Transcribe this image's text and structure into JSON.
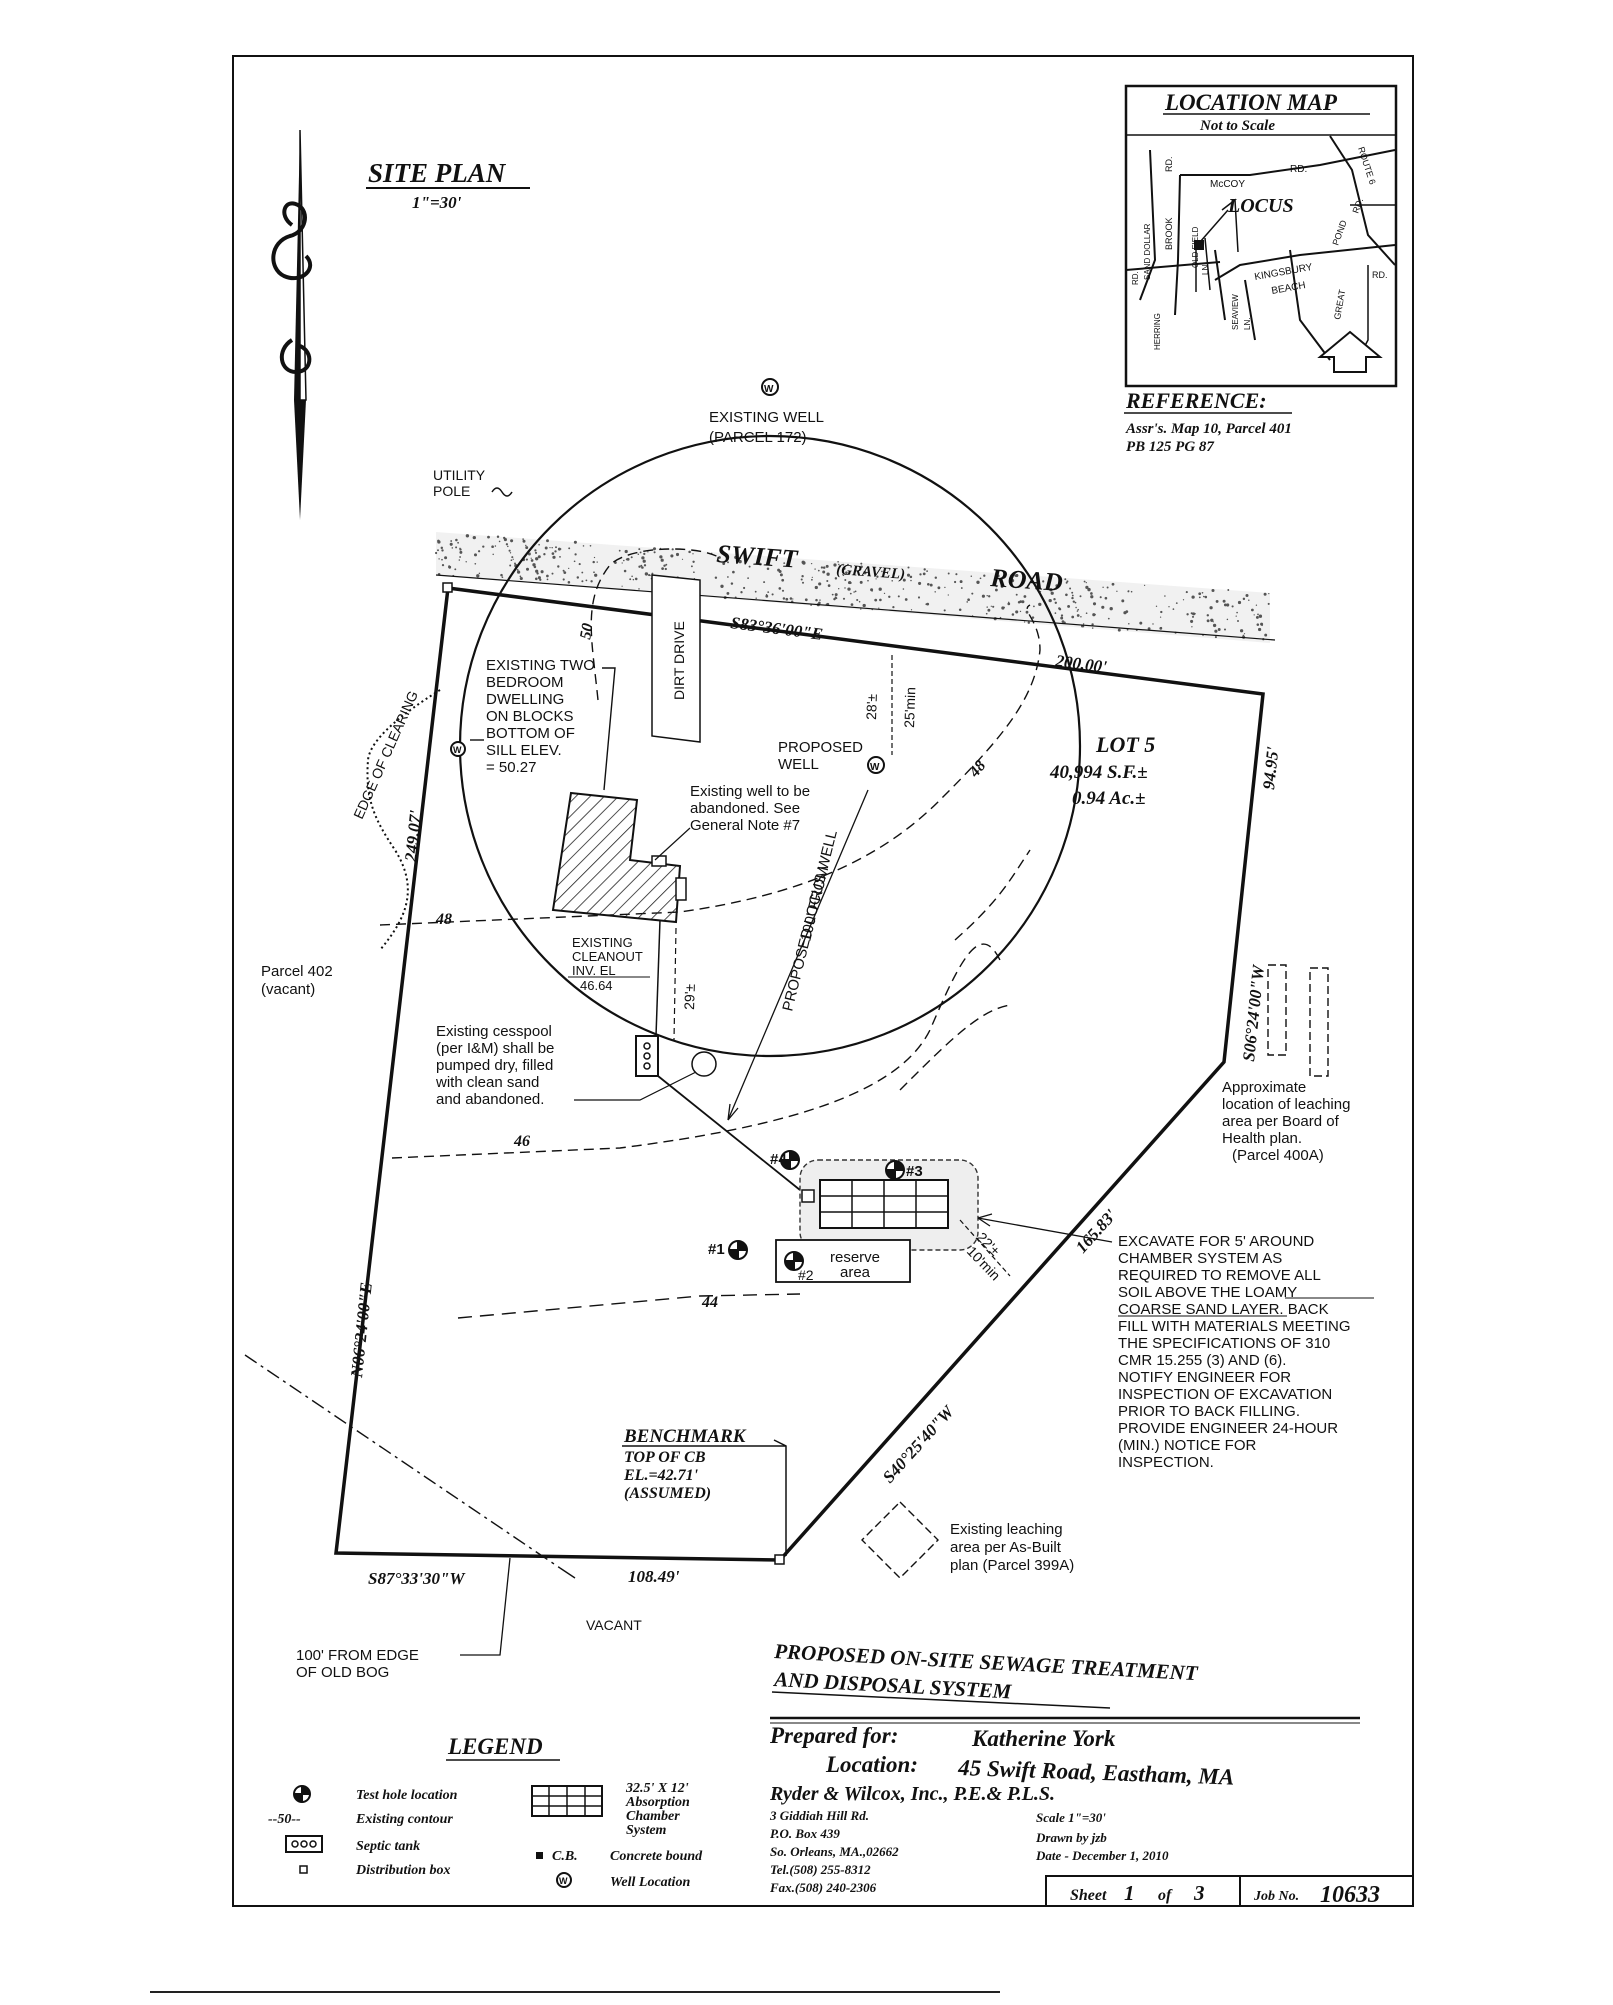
{
  "site_plan": {
    "title": "SITE PLAN",
    "scale": "1\"=30'"
  },
  "location_map": {
    "title": "LOCATION MAP",
    "subtitle": "Not to Scale",
    "locus": "LOCUS",
    "labels": {
      "mccoy": "McCOY",
      "rd1": "RD.",
      "rt6": "ROUTE 6",
      "kingsbury": "KINGSBURY",
      "beach": "BEACH",
      "pond": "POND",
      "rd2": "RD.",
      "rd3": "RD.",
      "great": "GREAT",
      "herring": "HERRING",
      "brook": "BROOK",
      "sand_dollar": "SAND DOLLAR",
      "old_field": "OLD FIELD",
      "ln": "LN.",
      "rd4": "RD.",
      "herring_rd": "RD.",
      "seaview": "SEAVIEW",
      "sc_ln": "LN."
    }
  },
  "reference": {
    "title": "REFERENCE:",
    "line1": "Assr's. Map 10, Parcel 401",
    "line2": "PB 125 PG 87"
  },
  "road": {
    "name": "SWIFT",
    "type": "(GRAVEL)",
    "suffix": "ROAD"
  },
  "existing_well": {
    "line1": "EXISTING WELL",
    "line2": "(PARCEL 172)"
  },
  "utility_pole": {
    "line1": "UTILITY",
    "line2": "POLE"
  },
  "bearings": {
    "north": "S83°36'00\"E",
    "north_dist": "200.00'",
    "east": "S06°24'00\"W",
    "east_dist": "94.95'",
    "southeast": "S40°25'40\"W",
    "southeast_dist": "165.83'",
    "south": "S87°33'30\"W",
    "south_dist": "108.49'",
    "west": "N06°24'00\"E",
    "west_dist": "249.07'"
  },
  "lot": {
    "name": "LOT 5",
    "area_sf": "40,994 S.F.±",
    "area_ac": "0.94 Ac.±"
  },
  "dirt_drive": "DIRT DRIVE",
  "dwelling": {
    "l1": "EXISTING TWO",
    "l2": "BEDROOM",
    "l3": "DWELLING",
    "l4": "ON BLOCKS",
    "l5": "BOTTOM OF",
    "l6": "SILL ELEV.",
    "l7": "= 50.27"
  },
  "proposed_well": {
    "l1": "PROPOSED",
    "l2": "WELL"
  },
  "well_offset": {
    "l1": "28'±",
    "l2": "25'min"
  },
  "existing_well_note": {
    "l1": "Existing well to be",
    "l2": "abandoned. See",
    "l3": "General Note #7"
  },
  "clearing": "EDGE OF CLEARING",
  "circle_note": {
    "l1": "100' FROM",
    "l2": "PROPOSED LOCUS WELL"
  },
  "contours": {
    "c50": "50",
    "c48a": "48",
    "c48b": "48",
    "c46": "46",
    "c44": "44"
  },
  "cleanout": {
    "l1": "EXISTING",
    "l2": "CLEANOUT",
    "l3": "INV. EL",
    "l4": "46.64"
  },
  "cleanout_dist": "29'±",
  "parcel402": {
    "l1": "Parcel 402",
    "l2": "(vacant)"
  },
  "cesspool": {
    "l1": "Existing cesspool",
    "l2": "(per I&M) shall be",
    "l3": "pumped dry, filled",
    "l4": "with clean sand",
    "l5": "and abandoned."
  },
  "approx_leach": {
    "l1": "Approximate",
    "l2": "location of leaching",
    "l3": "area per Board of",
    "l4": "Health plan.",
    "l5": "(Parcel 400A)"
  },
  "test_holes": {
    "t1": "#1",
    "t2": "#2",
    "t3": "#3",
    "t4": "#4"
  },
  "reserve": {
    "l1": "reserve",
    "l2": "area"
  },
  "system_dist": {
    "l1": "22'±",
    "l2": "10'min"
  },
  "excavate": {
    "l1": "EXCAVATE FOR 5' AROUND",
    "l2": "CHAMBER SYSTEM AS",
    "l3": "REQUIRED TO REMOVE ALL",
    "l4": "SOIL ABOVE THE LOAMY",
    "l5": "COARSE SAND LAYER. BACK",
    "l6": "FILL WITH MATERIALS MEETING",
    "l7": "THE SPECIFICATIONS OF 310",
    "l8": "CMR 15.255 (3) AND (6).",
    "l9": "NOTIFY ENGINEER FOR",
    "l10": "INSPECTION OF EXCAVATION",
    "l11": "PRIOR TO BACK FILLING.",
    "l12": "PROVIDE ENGINEER 24-HOUR",
    "l13": "(MIN.) NOTICE FOR",
    "l14": "INSPECTION."
  },
  "benchmark": {
    "title": "BENCHMARK",
    "l1": "TOP OF CB",
    "l2": "EL.=42.71'",
    "l3": "(ASSUMED)"
  },
  "existing_leach": {
    "l1": "Existing leaching",
    "l2": "area per As-Built",
    "l3": "plan (Parcel 399A)"
  },
  "vacant": "VACANT",
  "bog": {
    "l1": "100' FROM EDGE",
    "l2": "OF OLD BOG"
  },
  "title_block": {
    "title1": "PROPOSED ON-SITE SEWAGE TREATMENT",
    "title2": "AND DISPOSAL SYSTEM",
    "prepared_label": "Prepared for:",
    "prepared_for": "Katherine York",
    "location_label": "Location:",
    "location": "45 Swift Road, Eastham, MA",
    "firm": "Ryder & Wilcox, Inc., P.E.& P.L.S.",
    "addr1": "3 Giddiah Hill Rd.",
    "addr2": "P.O. Box 439",
    "addr3": "So. Orleans, MA.,02662",
    "tel": "Tel.(508) 255-8312",
    "fax": "Fax.(508) 240-2306",
    "scale": "Scale 1\"=30'",
    "drawn": "Drawn by jzb",
    "date": "Date - December 1, 2010",
    "sheet_label": "Sheet",
    "sheet_num": "1",
    "sheet_of": "of",
    "sheet_total": "3",
    "job_label": "Job No.",
    "job_num": "10633"
  },
  "legend": {
    "title": "LEGEND",
    "test_hole": "Test hole location",
    "contour_sym": "--50--",
    "contour": "Existing contour",
    "septic": "Septic tank",
    "dbox": "Distribution box",
    "chamber_l1": "32.5' X 12'",
    "chamber_l2": "Absorption",
    "chamber_l3": "Chamber",
    "chamber_l4": "System",
    "cb": "C.B.",
    "bound": "Concrete bound",
    "well": "Well Location"
  }
}
